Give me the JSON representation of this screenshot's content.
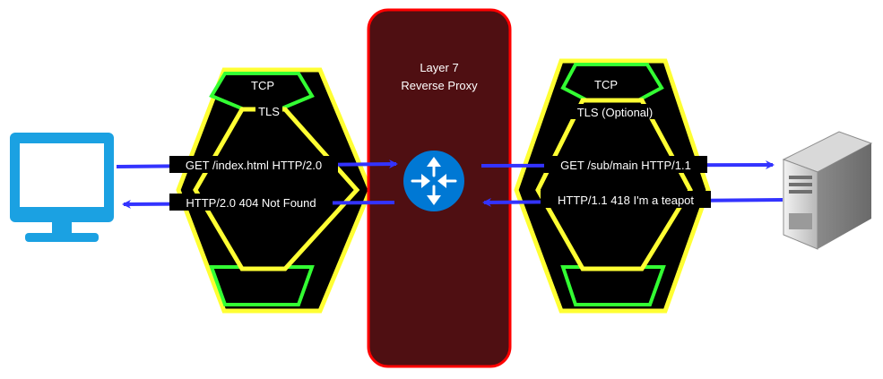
{
  "proxy": {
    "title_line1": "Layer 7",
    "title_line2": "Reverse Proxy",
    "fill_color": "#4f0f12",
    "border_color": "#ff0000"
  },
  "left_tunnel": {
    "outer_label": "TCP",
    "inner_label": "TLS"
  },
  "right_tunnel": {
    "outer_label": "TCP",
    "inner_label": "TLS (Optional)"
  },
  "messages": {
    "client_request": "GET /index.html HTTP/2.0",
    "client_response": "HTTP/2.0 404 Not Found",
    "server_request": "GET /sub/main HTTP/1.1",
    "server_response": "HTTP/1.1 418 I'm a teapot"
  },
  "icons": {
    "client": "monitor-icon",
    "proxy": "router-icon",
    "server": "server-tower-icon"
  },
  "colors": {
    "arrow": "#3333ff",
    "tunnel_outer": "#ffff33",
    "tunnel_inner": "#33ff33",
    "tunnel_fill": "#000000",
    "monitor": "#1ba1e2",
    "router": "#0078d4"
  }
}
